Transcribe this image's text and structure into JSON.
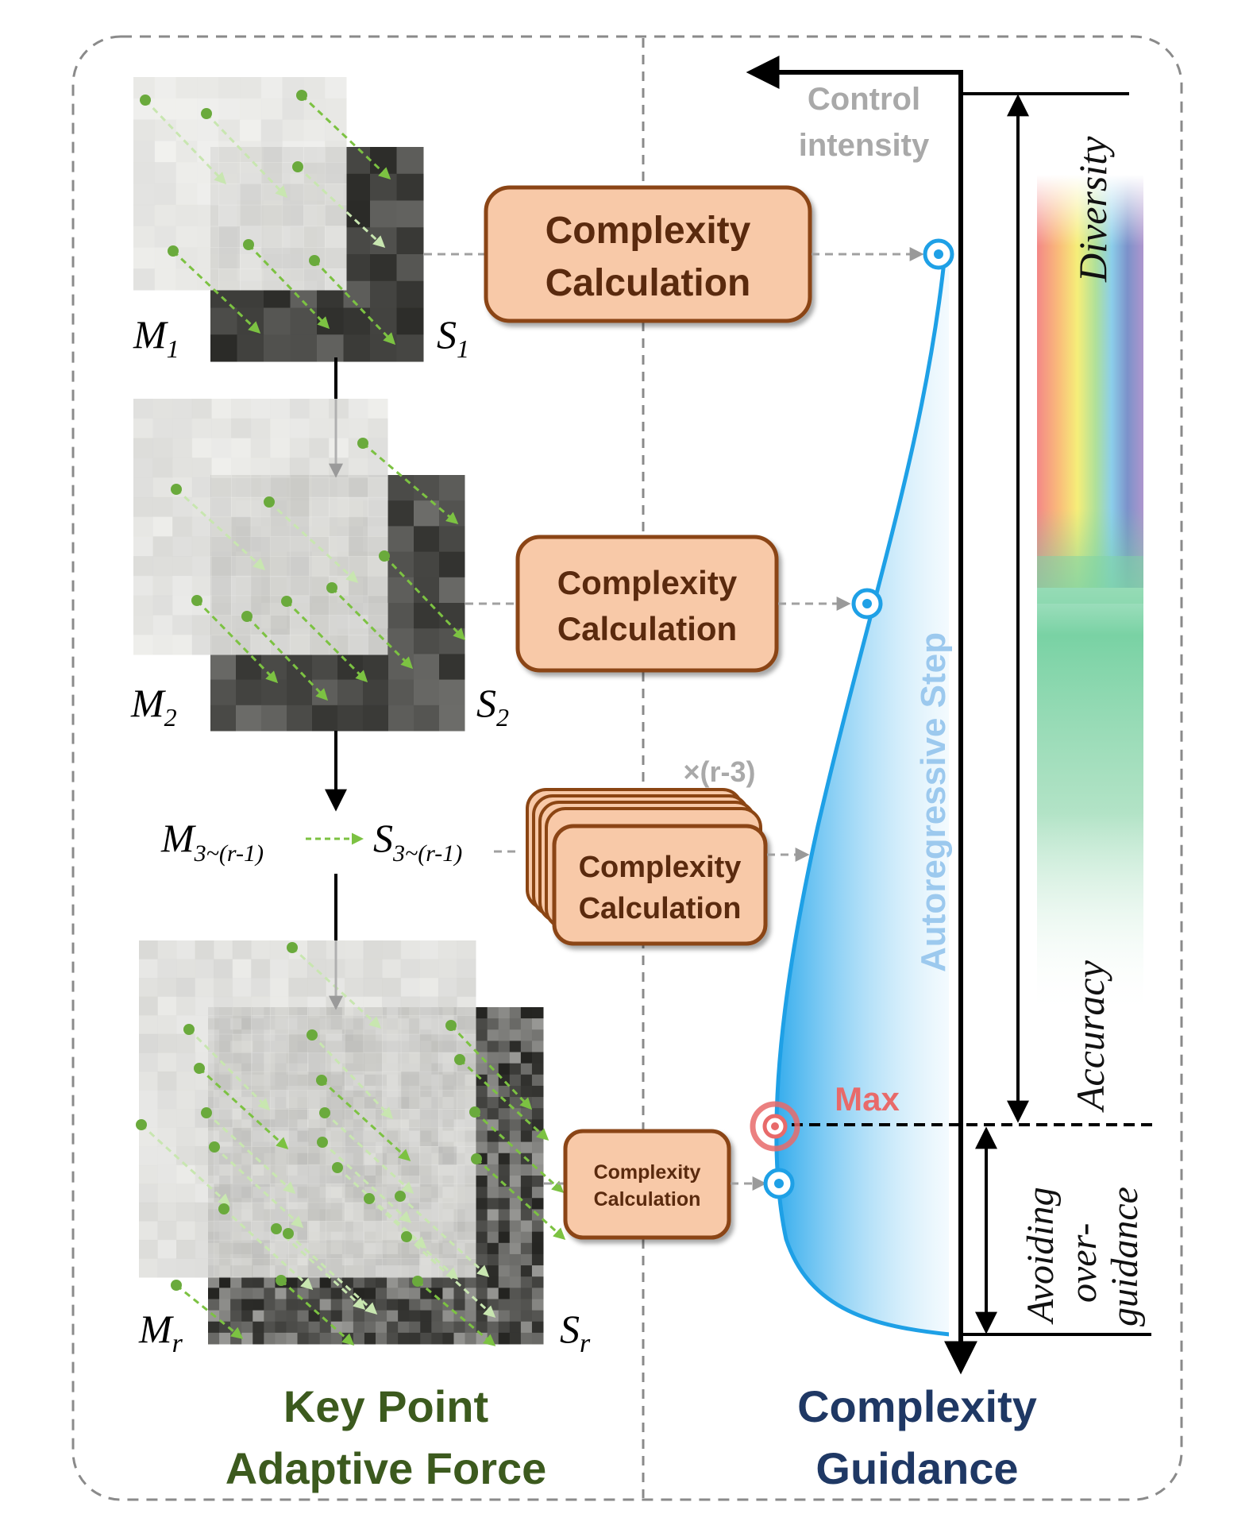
{
  "left_panel": {
    "title_line1": "Key Point",
    "title_line2": "Adaptive Force",
    "stages": [
      {
        "m_base": "M",
        "m_sub": "1",
        "s_base": "S",
        "s_sub": "1"
      },
      {
        "m_base": "M",
        "m_sub": "2",
        "s_base": "S",
        "s_sub": "2"
      },
      {
        "m_base": "M",
        "m_sub": "3~(r-1)",
        "s_base": "S",
        "s_sub": "3~(r-1)"
      },
      {
        "m_base": "M",
        "m_sub": "r",
        "s_base": "S",
        "s_sub": "r"
      }
    ]
  },
  "complexity_boxes": [
    {
      "line1": "Complexity",
      "line2": "Calculation"
    },
    {
      "line1": "Complexity",
      "line2": "Calculation"
    },
    {
      "line1": "Complexity",
      "line2": "Calculation"
    },
    {
      "line1": "Complexity",
      "line2": "Calculation"
    }
  ],
  "repeat_label": "×(r-3)",
  "right_panel": {
    "title_line1": "Complexity",
    "title_line2": "Guidance",
    "control_intensity_line1": "Control",
    "control_intensity_line2": "intensity",
    "autoregressive_step": "Autoregressive Step",
    "max_label": "Max",
    "diversity": "Diversity",
    "accuracy": "Accuracy",
    "avoiding_line1": "Avoiding",
    "avoiding_line2": "over-",
    "avoiding_line3": "guidance"
  },
  "colors": {
    "box_fill": "#f8c9a8",
    "box_stroke": "#8b4513",
    "point_green": "#6aaa3c",
    "arrow_green": "#7cc242",
    "curve_blue": "#1ea0e6",
    "max_red": "#e86a6a"
  }
}
